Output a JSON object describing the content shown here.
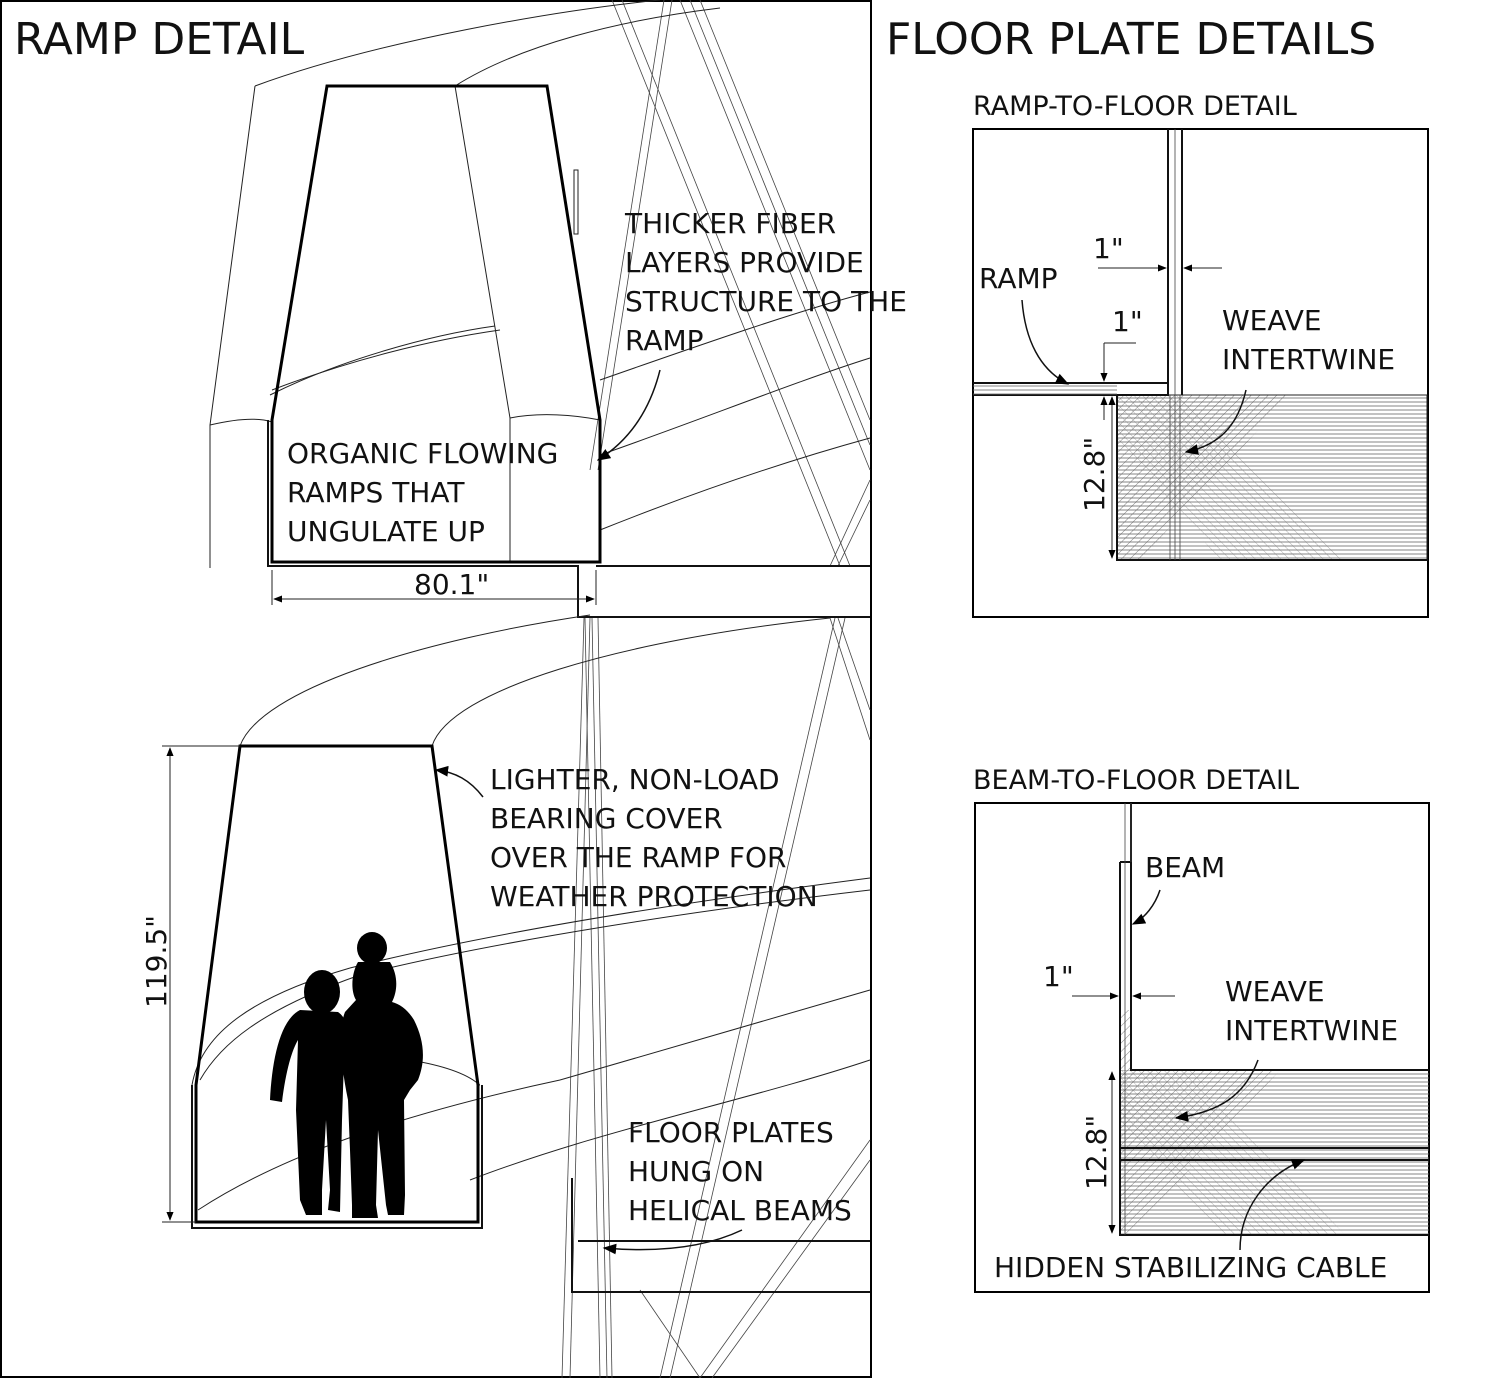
{
  "sheet": {
    "left_title": "RAMP DETAIL",
    "right_title": "FLOOR PLATE DETAILS"
  },
  "ramp_detail": {
    "note_structure": [
      "THICKER FIBER",
      "LAYERS PROVIDE",
      "STRUCTURE TO THE",
      "RAMP"
    ],
    "note_organic": [
      "ORGANIC FLOWING",
      "RAMPS THAT",
      "UNGULATE UP"
    ],
    "dim_width": "80.1\"",
    "note_cover": [
      "LIGHTER, NON-LOAD",
      "BEARING COVER",
      "OVER THE RAMP FOR",
      "WEATHER PROTECTION"
    ],
    "dim_height": "119.5\"",
    "note_floor": [
      "FLOOR PLATES",
      "HUNG ON",
      "HELICAL BEAMS"
    ]
  },
  "ramp_to_floor": {
    "title": "RAMP-TO-FLOOR DETAIL",
    "label_ramp": "RAMP",
    "dim_1a": "1\"",
    "dim_1b": "1\"",
    "label_weave": [
      "WEAVE",
      "INTERTWINE"
    ],
    "dim_depth": "12.8\""
  },
  "beam_to_floor": {
    "title": "BEAM-TO-FLOOR DETAIL",
    "label_beam": "BEAM",
    "dim_1": "1\"",
    "label_weave": [
      "WEAVE",
      "INTERTWINE"
    ],
    "dim_depth": "12.8\"",
    "label_cable": "HIDDEN STABILIZING CABLE"
  }
}
